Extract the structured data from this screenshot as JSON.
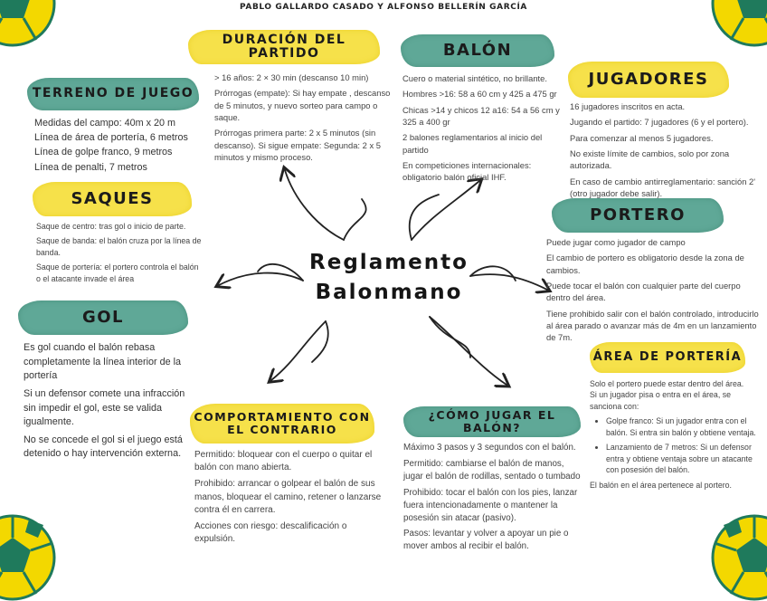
{
  "authors": "Pablo Gallardo Casado y Alfonso Bellerín García",
  "center_title": [
    "Reglamento",
    "Balonmano"
  ],
  "colors": {
    "yellow": "#f6e14a",
    "green": "#5fa897",
    "ball_green": "#1f7a5c",
    "ball_yellow": "#f3d800"
  },
  "sections": {
    "duracion": {
      "title": "Duración del partido",
      "items": [
        "> 16 años: 2 × 30 min (descanso 10 min)",
        "Prórrogas (empate): Si hay empate , descanso de 5 minutos, y nuevo sorteo para campo o saque.",
        "Prórrogas primera parte: 2 x 5 minutos (sin descanso). Si sigue empate: Segunda: 2 x 5 minutos y mismo proceso."
      ]
    },
    "balon": {
      "title": "Balón",
      "items": [
        "Cuero o material sintético, no brillante.",
        "Hombres >16: 58 a 60 cm y 425 a 475 gr",
        "Chicas >14 y chicos 12 a16: 54 a 56 cm y 325 a 400 gr",
        "2 balones reglamentarios al inicio del partido",
        "En competiciones internacionales: obligatorio balón oficial IHF."
      ]
    },
    "jugadores": {
      "title": "Jugadores",
      "items": [
        "16 jugadores inscritos en acta.",
        "Jugando el partido: 7 jugadores (6 y el portero).",
        "Para comenzar al menos 5 jugadores.",
        "No existe límite de cambios, solo por zona autorizada.",
        "En caso de cambio antirreglamentario: sanción 2' (otro jugador debe salir)."
      ]
    },
    "terreno": {
      "title": "Terreno de juego",
      "items": [
        "Medidas del campo: 40m x 20 m",
        "Línea de área de portería, 6 metros",
        "Línea de golpe franco, 9 metros",
        "Línea de penalti, 7 metros"
      ]
    },
    "saques": {
      "title": "Saques",
      "items": [
        "Saque de centro: tras gol o inicio de parte.",
        "Saque de banda: el balón cruza por la línea de banda.",
        "Saque de portería: el portero controla el balón o el atacante invade el área"
      ]
    },
    "gol": {
      "title": "Gol",
      "items": [
        "Es gol cuando el balón rebasa completamente la línea interior de la portería",
        "Si un defensor comete una infracción sin impedir el gol, este se valida igualmente.",
        "No se concede el gol si el juego está detenido o hay intervención externa."
      ]
    },
    "portero": {
      "title": "Portero",
      "items": [
        "Puede jugar como jugador de campo",
        "El cambio de portero es obligatorio desde la zona de cambios.",
        "Puede tocar el balón con cualquier parte del cuerpo dentro del área.",
        "Tiene prohibido salir con el balón controlado, introducirlo al área parado o avanzar más de 4m en un lanzamiento de 7m."
      ]
    },
    "area": {
      "title": "Área de portería",
      "intro": [
        "Solo el portero puede estar dentro del área.",
        "Si un jugador pisa o entra en el área, se sanciona con:"
      ],
      "bullets": [
        "Golpe franco: Si un jugador entra con el balón. Si entra sin balón y obtiene ventaja.",
        "Lanzamiento de 7 metros: Si un defensor entra y obtiene ventaja sobre un atacante con posesión del balón."
      ],
      "outro": "El balón en el área pertenece al portero."
    },
    "comportamiento": {
      "title": "Comportamiento con el contrario",
      "items": [
        "Permitido: bloquear con el cuerpo o quitar el balón con mano abierta.",
        "Prohibido: arrancar o golpear el balón de sus manos, bloquear el camino, retener o lanzarse contra él en carrera.",
        "Acciones con riesgo: descalificación o expulsión."
      ]
    },
    "como": {
      "title": "¿Cómo jugar el balón?",
      "items": [
        "Máximo 3 pasos y 3 segundos con el balón.",
        "Permitido: cambiarse el balón de manos, jugar el balón de rodillas, sentado o tumbado",
        "Prohibido: tocar el balón con los pies, lanzar fuera intencionadamente o mantener la posesión sin atacar (pasivo).",
        "Pasos: levantar y volver a apoyar un pie o mover ambos al recibir el balón."
      ]
    }
  }
}
